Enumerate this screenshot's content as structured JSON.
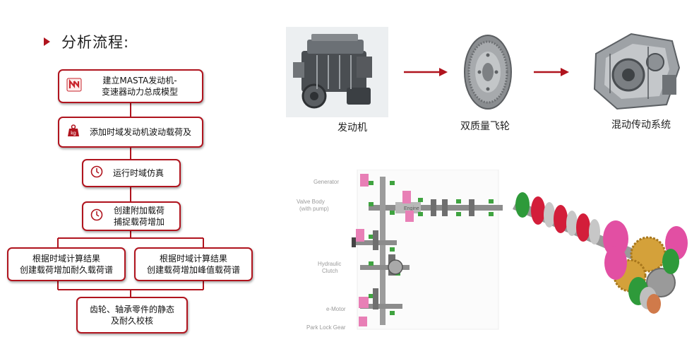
{
  "heading": {
    "text": "分析流程:"
  },
  "flow": {
    "step1": "建立MASTA发动机-\n变速器动力总成模型",
    "step2": "添加时域发动机波动载荷及",
    "step3": "运行时域仿真",
    "step4": "创建附加载荷\n捕捉载荷增加",
    "step5a": "根据时域计算结果\n创建载荷增加耐久载荷谱",
    "step5b": "根据时域计算结果\n创建载荷增加峰值载荷谱",
    "step6": "齿轮、轴承零件的静态\n及耐久校核",
    "kg_badge": "kg"
  },
  "pipeline": {
    "engine": "发动机",
    "flywheel": "双质量飞轮",
    "hybrid": "混动传动系统"
  },
  "schematic": {
    "labels": {
      "generator": "Generator",
      "valve1": "Valve Body",
      "valve2": "(with pump)",
      "engine": "Engine",
      "hydraulic1": "Hydraulic",
      "hydraulic2": "Clutch",
      "emotor": "e-Motor",
      "parklock": "Park Lock Gear"
    }
  },
  "colors": {
    "accent": "#b0141e",
    "arrow": "#b0141e",
    "gear_green": "#3fa340",
    "gear_pink": "#e85aa8",
    "shaft_gray": "#8c8c8c"
  }
}
